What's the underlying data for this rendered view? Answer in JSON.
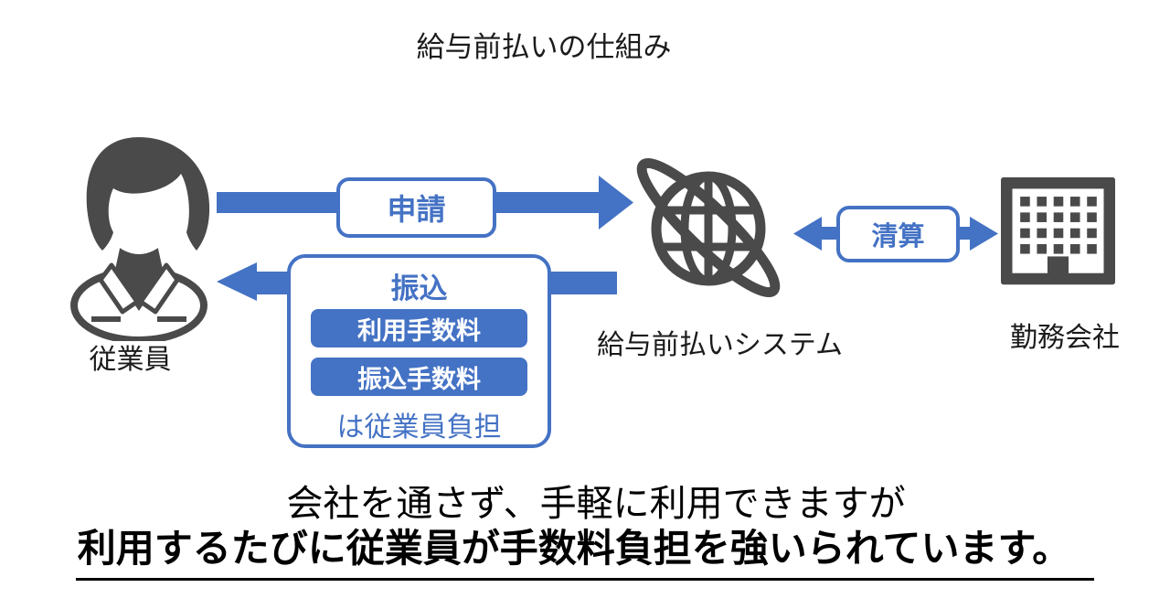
{
  "title": "給与前払いの仕組み",
  "colors": {
    "accent": "#4472C4",
    "icon_gray": "#4A4A4A",
    "text": "#1b1b1b"
  },
  "actors": {
    "employee": {
      "label": "従業員",
      "icon": "person-icon"
    },
    "system": {
      "label": "給与前払いシステム",
      "icon": "globe-icon"
    },
    "company": {
      "label": "勤務会社",
      "icon": "building-icon"
    }
  },
  "flows": {
    "application": {
      "label": "申請",
      "direction": "employee-to-system"
    },
    "transfer": {
      "label": "振込",
      "direction": "system-to-employee",
      "fees": [
        "利用手数料",
        "振込手数料"
      ],
      "note": "は従業員負担"
    },
    "settlement": {
      "label": "清算",
      "direction": "system-and-company"
    }
  },
  "footer": {
    "line1": "会社を通さず、手軽に利用できますが",
    "line2": "利用するたびに従業員が手数料負担を強いられています。"
  }
}
